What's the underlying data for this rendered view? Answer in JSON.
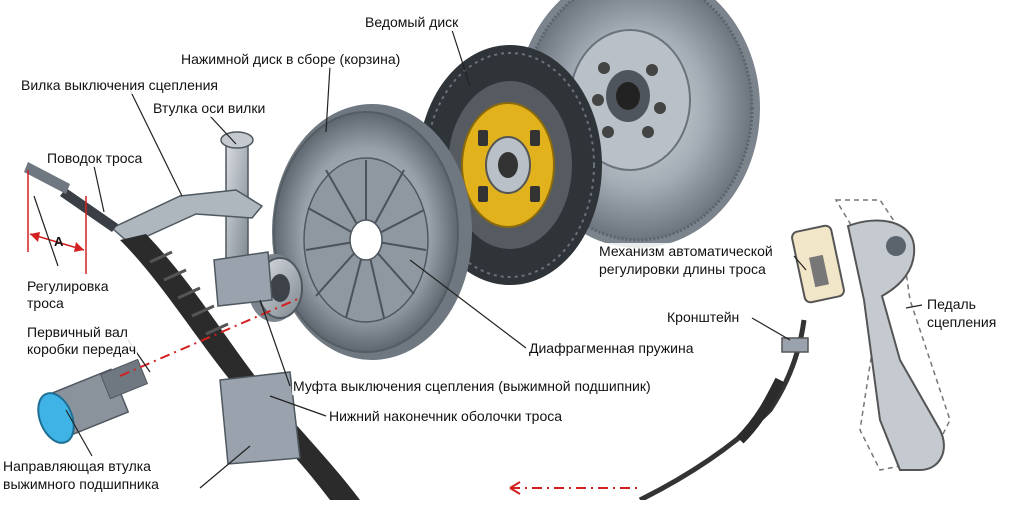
{
  "labels": {
    "driven_disc": "Ведомый диск",
    "pressure_plate": "Нажимной диск в сборе (корзина)",
    "release_fork": "Вилка выключения сцепления",
    "fork_bushing": "Втулка оси вилки",
    "cable_leash": "Поводок троса",
    "cable_adjust_line1": "Регулировка",
    "cable_adjust_line2": "троса",
    "input_shaft_line1": "Первичный вал",
    "input_shaft_line2": "коробки передач",
    "guide_sleeve_line1": "Направляющая втулка",
    "guide_sleeve_line2": "выжимного подшипника",
    "auto_adjust_line1": "Механизм автоматической",
    "auto_adjust_line2": "регулировки длины троса",
    "bracket": "Кронштейн",
    "pedal_line1": "Педаль",
    "pedal_line2": "сцепления",
    "diaphragm_spring": "Диафрагменная пружина",
    "release_bearing": "Муфта выключения сцепления (выжимной подшипник)",
    "lower_tip": "Нижний наконечник оболочки троса",
    "dimension_a": "A"
  },
  "colors": {
    "metal": "#9aa3ad",
    "metal_dark": "#5b636c",
    "friction": "#3a3f45",
    "hub_yellow": "#e2b21c",
    "boot_black": "#2b2b2b",
    "sleeve_blue": "#3fb3e6",
    "dimension_red": "#d42020",
    "leader": "#222222"
  }
}
